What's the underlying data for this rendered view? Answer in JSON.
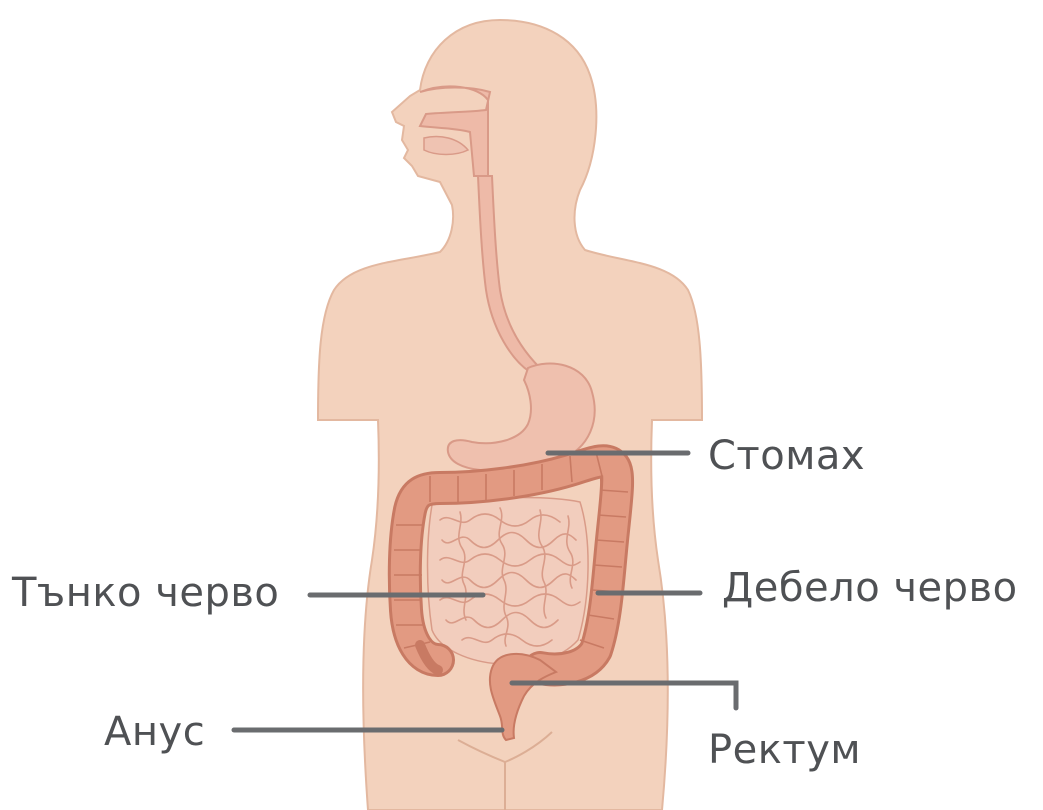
{
  "labels": {
    "stomach": "Стомах",
    "small_intestine": "Тънко черво",
    "large_intestine": "Дебело черво",
    "anus": "Анус",
    "rectum": "Ректум"
  },
  "colors": {
    "skin": "#f3d2bd",
    "skin_outline": "#e3b8a0",
    "tract": "#eebaa8",
    "tract_outline": "#d99a88",
    "stomach": "#efc0ae",
    "colon": "#e29a82",
    "colon_outline": "#c87a63",
    "small_intestine": "#f2cdbd",
    "small_intestine_lines": "#d99b88",
    "leader": "#6a6c6f",
    "label_text": "#4f5154"
  }
}
